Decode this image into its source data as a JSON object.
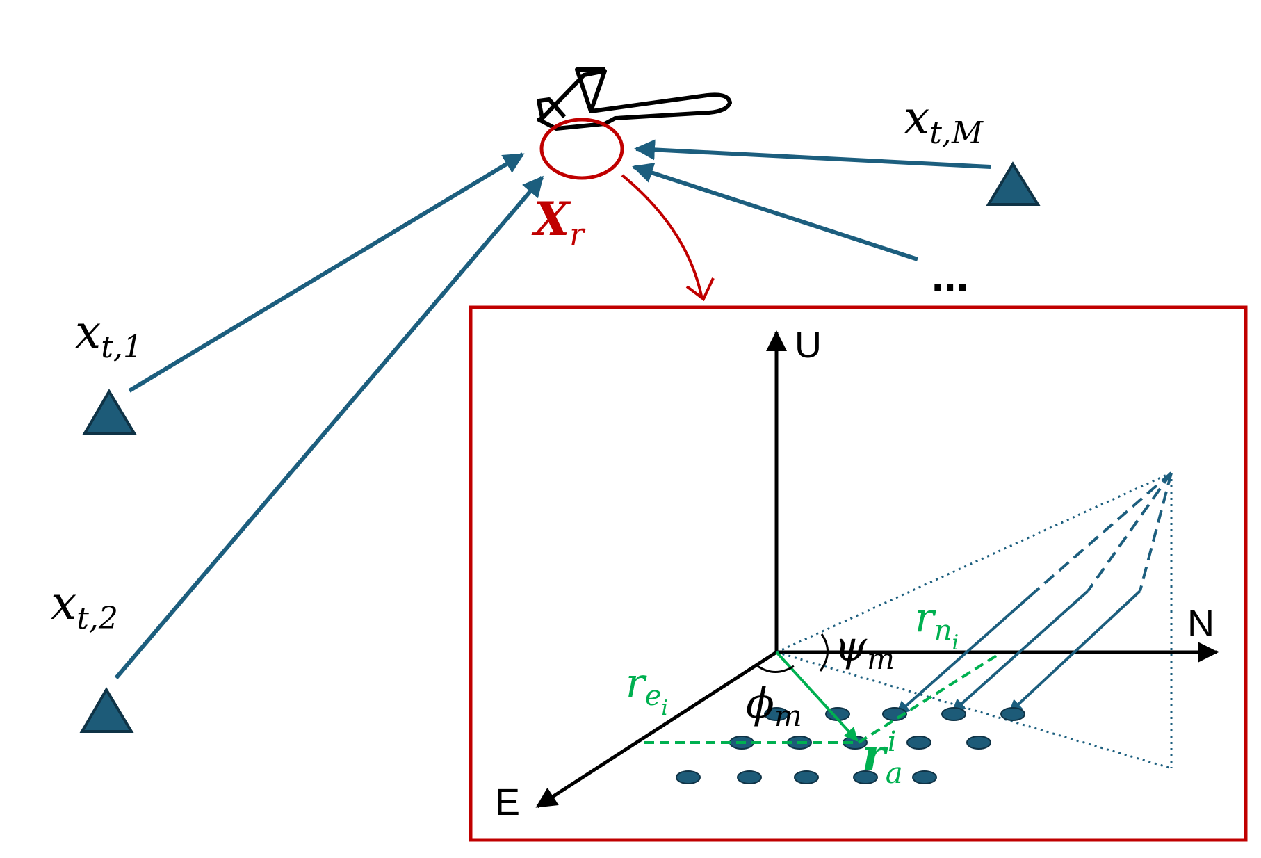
{
  "colors": {
    "link": "#1c5e7e",
    "triangle_fill": "#1d5b78",
    "triangle_stroke": "#0f3346",
    "red": "#c00000",
    "green": "#00b050",
    "black": "#000000"
  },
  "transmitters": {
    "t1": {
      "base": "x",
      "sub": "t,1"
    },
    "t2": {
      "base": "x",
      "sub": "t,2"
    },
    "tM": {
      "base": "x",
      "sub": "t,M"
    },
    "ellipsis": "..."
  },
  "receiver": {
    "base": "X",
    "sub": "r"
  },
  "inset": {
    "axis_up": "U",
    "axis_north": "N",
    "axis_east": "E",
    "psi": {
      "base": "ψ",
      "sub": "m"
    },
    "phi": {
      "base": "ϕ",
      "sub": "m"
    },
    "r_n": {
      "base": "r",
      "sub": "n",
      "subsub": "i"
    },
    "r_e": {
      "base": "r",
      "sub": "e",
      "subsub": "i"
    },
    "r_a": {
      "base": "r",
      "sub": "a",
      "sup": "i"
    }
  }
}
